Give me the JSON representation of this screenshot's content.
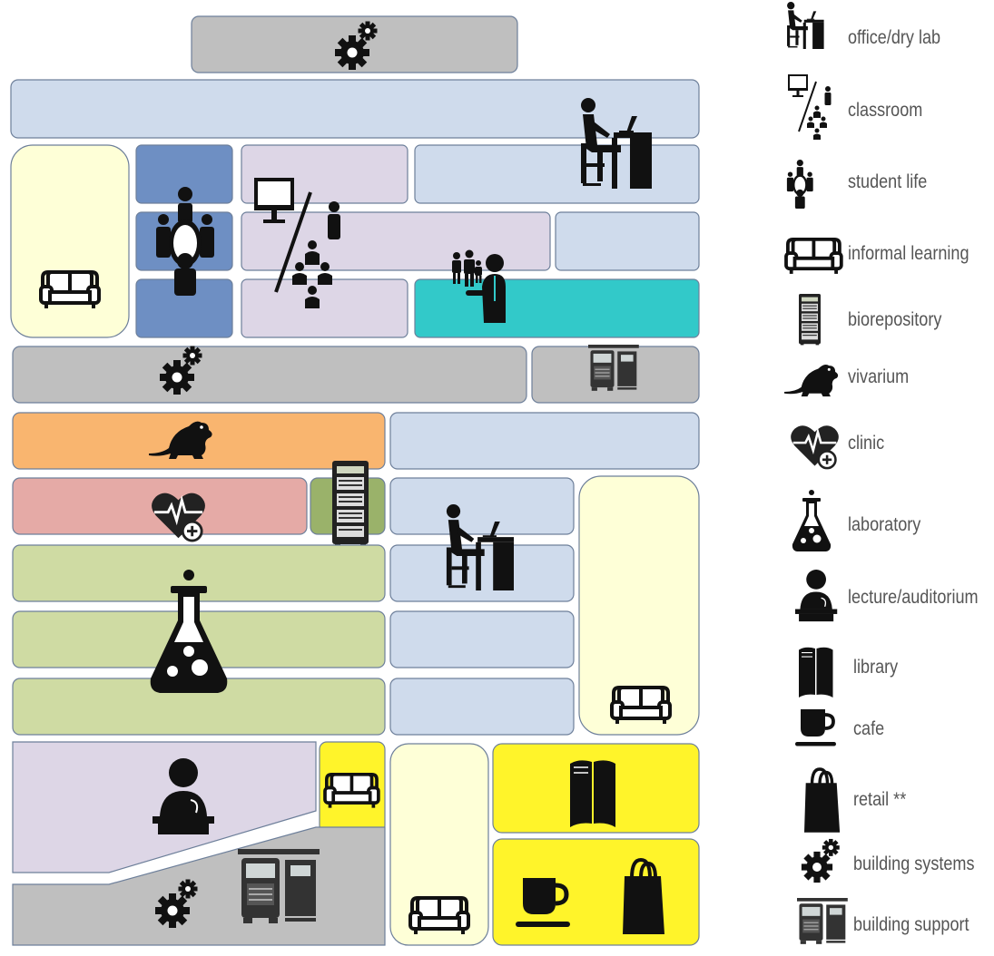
{
  "colors": {
    "office": "#cfdbec",
    "office_stroke": "#7b8fb0",
    "classroom": "#ddd6e6",
    "student_life": "#6e8fc3",
    "informal": "#feffd7",
    "lecture": "#ddd6e6",
    "clinic": "#e5aaa6",
    "vivarium": "#f9b56f",
    "biorepository": "#9ab26a",
    "laboratory": "#cfdba3",
    "building_systems": "#bfbfbf",
    "retail_cafe": "#fff42a",
    "patient": "#32c9c9",
    "icon": "#111111"
  },
  "legend": [
    {
      "icon": "office-dry-lab-icon",
      "label": "office/dry lab"
    },
    {
      "icon": "classroom-icon",
      "label": "classroom"
    },
    {
      "icon": "student-life-icon",
      "label": "student life"
    },
    {
      "icon": "informal-learning-icon",
      "label": "informal learning"
    },
    {
      "icon": "biorepository-icon",
      "label": "biorepository"
    },
    {
      "icon": "vivarium-icon",
      "label": "vivarium"
    },
    {
      "icon": "clinic-icon",
      "label": "clinic"
    },
    {
      "icon": "laboratory-icon",
      "label": "laboratory"
    },
    {
      "icon": "lecture-auditorium-icon",
      "label": "lecture/auditorium"
    },
    {
      "icon": "library-icon",
      "label": "library"
    },
    {
      "icon": "cafe-icon",
      "label": "cafe"
    },
    {
      "icon": "retail-icon",
      "label": "retail **"
    },
    {
      "icon": "building-systems-icon",
      "label": "building systems"
    },
    {
      "icon": "building-support-icon",
      "label": "building support"
    }
  ]
}
